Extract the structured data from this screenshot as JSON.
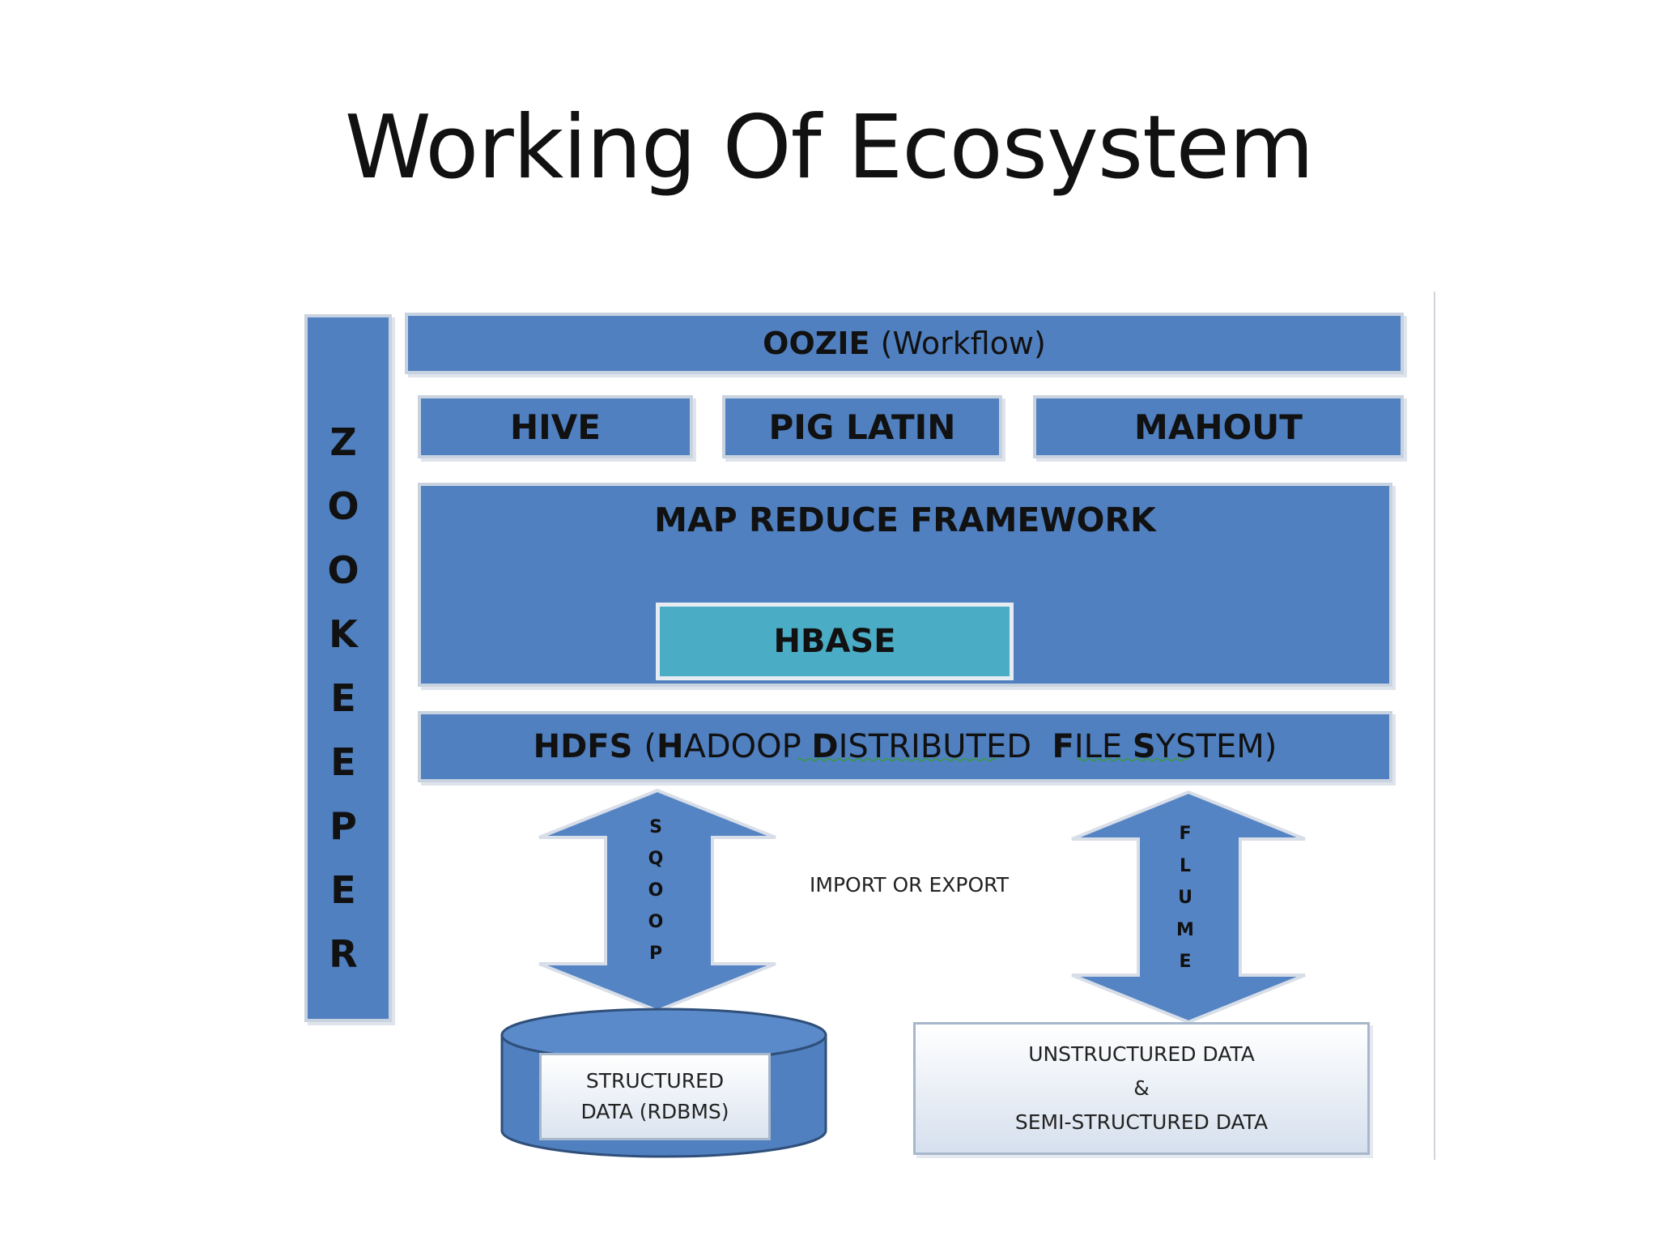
{
  "slide": {
    "title": "Working Of Ecosystem"
  },
  "diagram": {
    "zookeeper_letters": [
      "Z",
      "O",
      "O",
      "K",
      "E",
      "E",
      "P",
      "E",
      "R"
    ],
    "oozie": {
      "name": "OOZIE",
      "note": "(Workflow)"
    },
    "hive": "HIVE",
    "pig_latin": "PIG LATIN",
    "mahout": "MAHOUT",
    "mapreduce": "MAP REDUCE FRAMEWORK",
    "hbase": "HBASE",
    "hdfs": {
      "name": "HDFS",
      "expansion_open": "(",
      "expansion_words": [
        "H",
        "ADOOP ",
        "D",
        "ISTRIBUTED  ",
        "F",
        "ILE ",
        "S",
        "YSTEM",
        ")"
      ]
    },
    "sqoop_letters": [
      "S",
      "Q",
      "O",
      "O",
      "P"
    ],
    "flume_letters": [
      "F",
      "L",
      "U",
      "M",
      "E"
    ],
    "import_export": "IMPORT OR EXPORT",
    "structured": {
      "line1": "STRUCTURED",
      "line2": "DATA (RDBMS)"
    },
    "unstructured": {
      "line1": "UNSTRUCTURED DATA",
      "line2": "&",
      "line3": "SEMI-STRUCTURED DATA"
    },
    "colors": {
      "box_blue": "#5080c0",
      "hbase_teal": "#4bacc6",
      "arrow_blue": "#5584c4"
    }
  }
}
